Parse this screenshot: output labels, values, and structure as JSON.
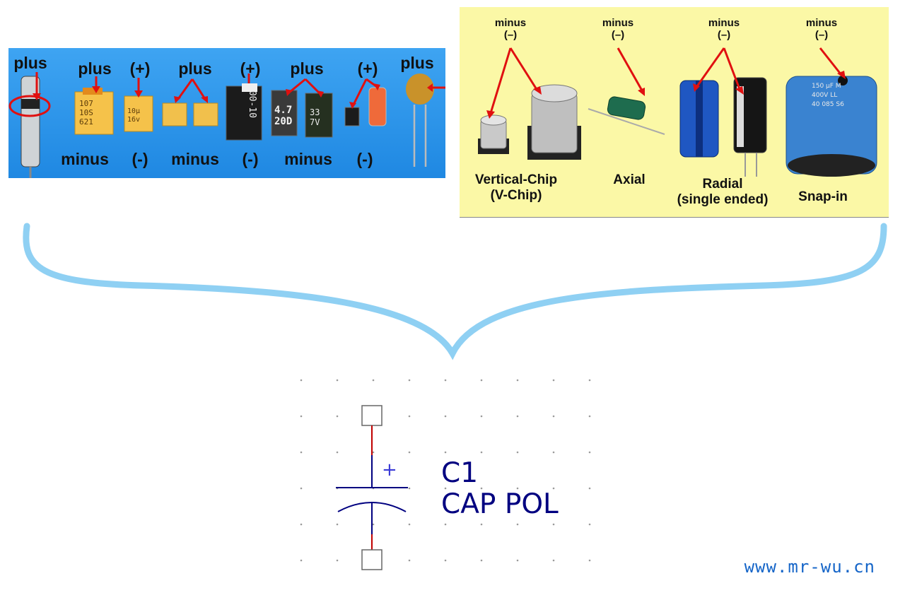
{
  "left_panel": {
    "top_labels": [
      "plus",
      "plus",
      "(+)",
      "plus",
      "(+)",
      "plus",
      "(+)",
      "plus"
    ],
    "bottom_labels": [
      "minus",
      "(-)",
      "minus",
      "(-)",
      "minus",
      "(-)"
    ],
    "markings": {
      "chip1": [
        "107",
        "10S",
        "621"
      ],
      "chip2": [
        "10µ",
        "16v"
      ],
      "chip3": "100-10",
      "chip4": "4.7",
      "chip4b": "20D",
      "chip5": [
        "33",
        "7V"
      ]
    }
  },
  "right_panel": {
    "top_labels": [
      {
        "l1": "minus",
        "l2": "(–)"
      },
      {
        "l1": "minus",
        "l2": "(–)"
      },
      {
        "l1": "minus",
        "l2": "(–)"
      },
      {
        "l1": "minus",
        "l2": "(–)"
      }
    ],
    "types": [
      {
        "l1": "Vertical-Chip",
        "l2": "(V-Chip)"
      },
      {
        "l1": "Axial",
        "l2": ""
      },
      {
        "l1": "Radial",
        "l2": "(single ended)"
      },
      {
        "l1": "Snap-in",
        "l2": ""
      }
    ],
    "snapin_marking": [
      "150 µF  M",
      "400V   LL",
      "40 085 S6"
    ]
  },
  "schematic": {
    "designator": "C1",
    "value": "CAP POL",
    "polarity_mark": "+"
  },
  "watermark": "www.mr-wu.cn",
  "colors": {
    "left_bg": "#2b95ea",
    "right_bg": "#fbf8a6",
    "arrow": "#e01010",
    "brace": "#8fd0f3",
    "schematic_blue": "#000080",
    "pin_red": "#c00000",
    "watermark": "#1565c8"
  }
}
